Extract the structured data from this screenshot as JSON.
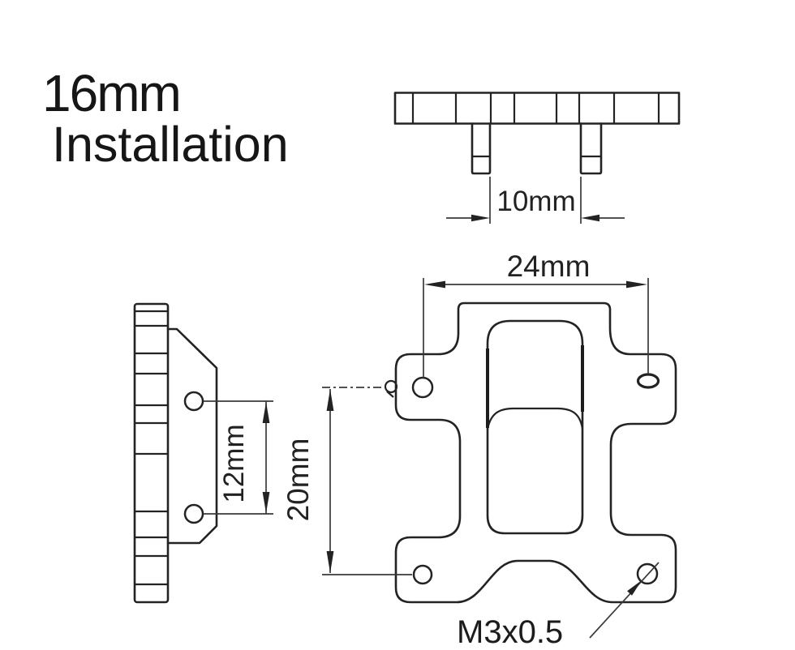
{
  "title": {
    "size_label": "16mm",
    "caption": "Installation"
  },
  "views": {
    "top": {
      "label": "rail-top-view",
      "dimension": {
        "label": "10mm"
      }
    },
    "side": {
      "label": "bracket-side-view",
      "dimension": {
        "label": "12mm"
      }
    },
    "front": {
      "label": "bracket-front-view",
      "dimension_width": {
        "label": "24mm"
      },
      "dimension_height": {
        "label": "20mm"
      },
      "thread_callout": {
        "label": "M3x0.5"
      }
    }
  },
  "style": {
    "line_color": "#232323",
    "dimension_line_color": "#3a3a3a",
    "text_color": "#1c1c1c",
    "background": "#ffffff"
  }
}
